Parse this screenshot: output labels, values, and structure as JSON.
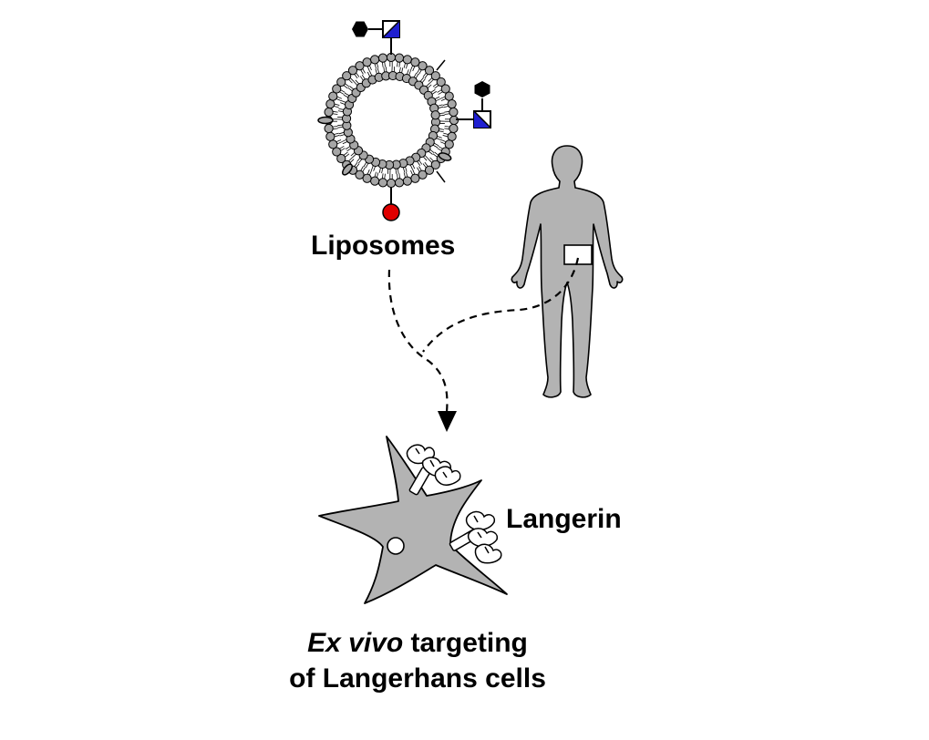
{
  "labels": {
    "liposomes": "Liposomes",
    "langerin": "Langerin",
    "caption_italic": "Ex vivo",
    "caption_rest_line1": "targeting",
    "caption_line2": "of Langerhans cells"
  },
  "colors": {
    "lipid_head": "#a6a6a6",
    "body_fill": "#b3b3b3",
    "cell_fill": "#b3b3b3",
    "glycan_hexagon": "#000000",
    "glycan_square_blue": "#1f1fd0",
    "marker_circle": "#e00000",
    "outline": "#000000"
  },
  "icons": [
    "liposome",
    "glycan-ligand",
    "fluorescent-label",
    "human-figure",
    "skin-sample",
    "langerhans-cell",
    "langerin-receptor",
    "dashed-arrow"
  ]
}
